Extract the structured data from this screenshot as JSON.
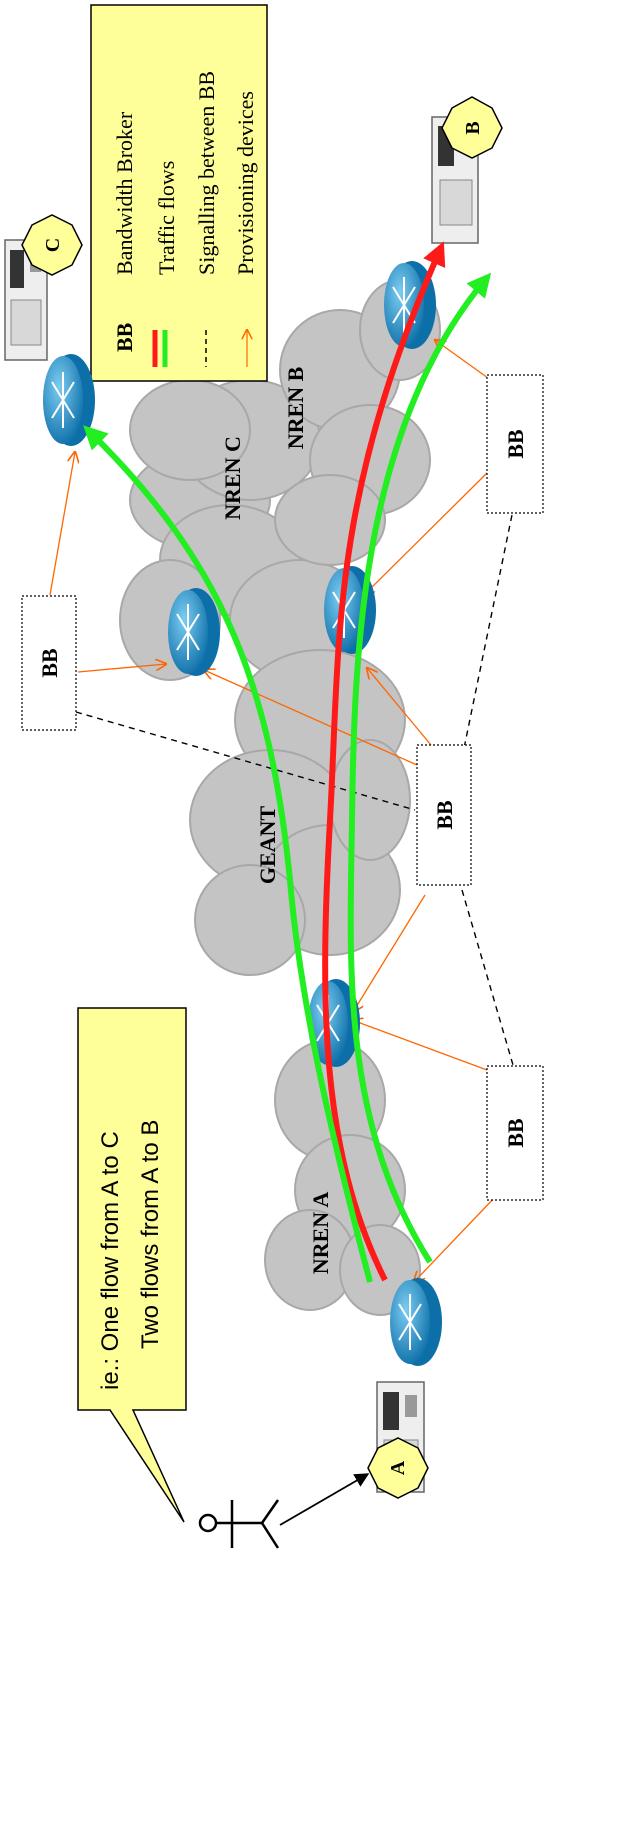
{
  "callout": {
    "line1": "ie.: One flow from A to C",
    "line2": "Two flows from A to B"
  },
  "legend": {
    "bb_key": "BB",
    "bb_label": "Bandwidth Broker",
    "traffic_label": "Traffic flows",
    "signalling_label": "Signalling between BB",
    "provisioning_label": "Provisioning devices"
  },
  "clouds": {
    "nren_a": "NREN A",
    "geant": "GEANT",
    "nren_b": "NREN B",
    "nren_c": "NREN C"
  },
  "hosts": {
    "a": "A",
    "b": "B",
    "c": "C"
  },
  "brokers": {
    "bb_nren_a": "BB",
    "bb_geant": "BB",
    "bb_nren_b": "BB",
    "bb_nren_c": "BB"
  },
  "colors": {
    "flow_red": "#ff1a1a",
    "flow_green": "#22ee22",
    "provisioning": "#ff6600",
    "callout_fill": "#ffff99",
    "legend_fill": "#ffff99",
    "router": "#1e9ad6",
    "cloud": "#bdbdbd"
  },
  "icons": [
    "user-stick-figure",
    "host-computer",
    "router",
    "cloud"
  ]
}
